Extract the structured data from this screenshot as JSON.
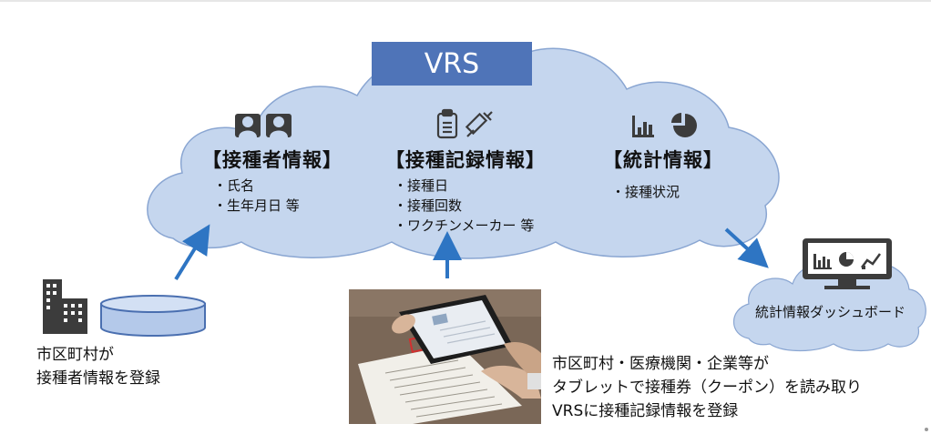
{
  "cloud": {
    "title": "VRS",
    "sections": [
      {
        "icon": "people-icon",
        "heading": "【接種者情報】",
        "items": [
          "・氏名",
          "・生年月日 等"
        ]
      },
      {
        "icon": "clipboard-syringe-icon",
        "heading": "【接種記録情報】",
        "items": [
          "・接種日",
          "・接種回数",
          "・ワクチンメーカー 等"
        ]
      },
      {
        "icon": "chart-icon",
        "heading": "【統計情報】",
        "items": [
          "・接種状況"
        ]
      }
    ]
  },
  "left_source": {
    "caption_lines": [
      "市区町村が",
      "接種者情報を登録"
    ],
    "icons": [
      "building-icon",
      "database-icon"
    ]
  },
  "center_source": {
    "photo_icon": "tablet-scan-photo",
    "caption_lines": [
      "市区町村・医療機関・企業等が",
      "タブレットで接種券（クーポン）を読み取り",
      "VRSに接種記録情報を登録"
    ]
  },
  "dashboard": {
    "label": "統計情報ダッシュボード",
    "icon": "monitor-dashboard-icon"
  },
  "colors": {
    "cloud_fill": "#c5d6ee",
    "cloud_stroke": "#8aa6d2",
    "banner": "#4f74b8",
    "arrow": "#2e75c3",
    "icon_dark": "#3c3c3c"
  }
}
